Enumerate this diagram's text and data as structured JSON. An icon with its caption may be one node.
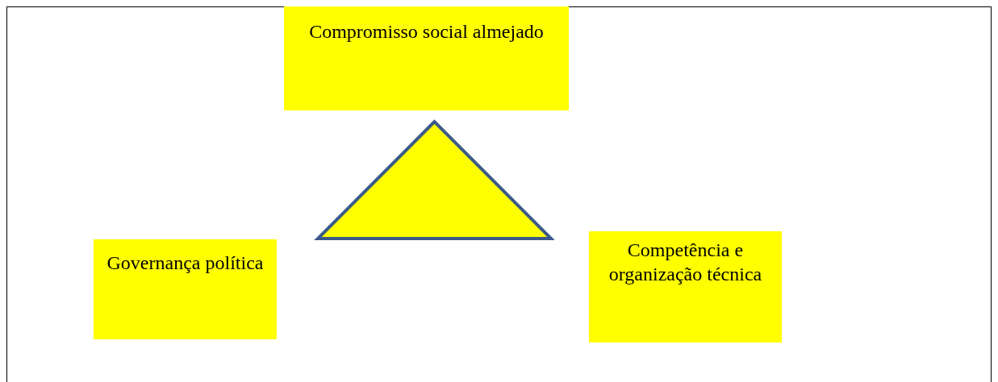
{
  "diagram": {
    "nodes": [
      {
        "text": [
          "Compromisso social almejado"
        ]
      },
      {
        "text": [],
        "shape": "triangle"
      },
      {
        "text": [
          "Governança política"
        ]
      },
      {
        "text": [
          "Competência e organização técnica"
        ]
      }
    ]
  }
}
